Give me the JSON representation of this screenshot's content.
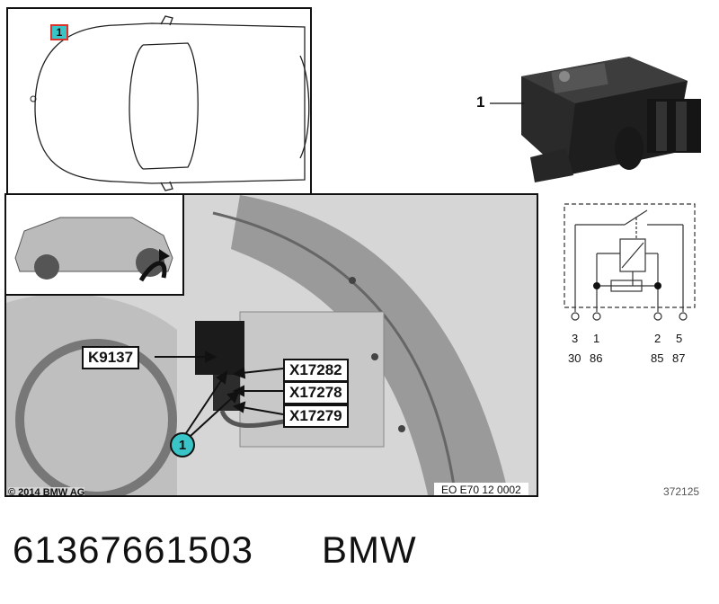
{
  "car_top_view": {
    "marker_label": "1"
  },
  "part_photo": {
    "callout_label": "1"
  },
  "detail_view": {
    "connector_labels": [
      "K9137",
      "X17282",
      "X17278",
      "X17279"
    ],
    "callout_label": "1",
    "copyright": "© 2014 BMW AG",
    "ref_code": "EO E70 12 0002"
  },
  "schematic": {
    "pins_top": [
      "3",
      "1",
      "2",
      "5"
    ],
    "pins_bottom": [
      "30",
      "86",
      "85",
      "87"
    ],
    "ref_number": "372125"
  },
  "footer": {
    "part_number": "61367661503",
    "brand": "BMW"
  },
  "colors": {
    "badge": "#39c4c7",
    "marker_border": "#d9332b"
  }
}
